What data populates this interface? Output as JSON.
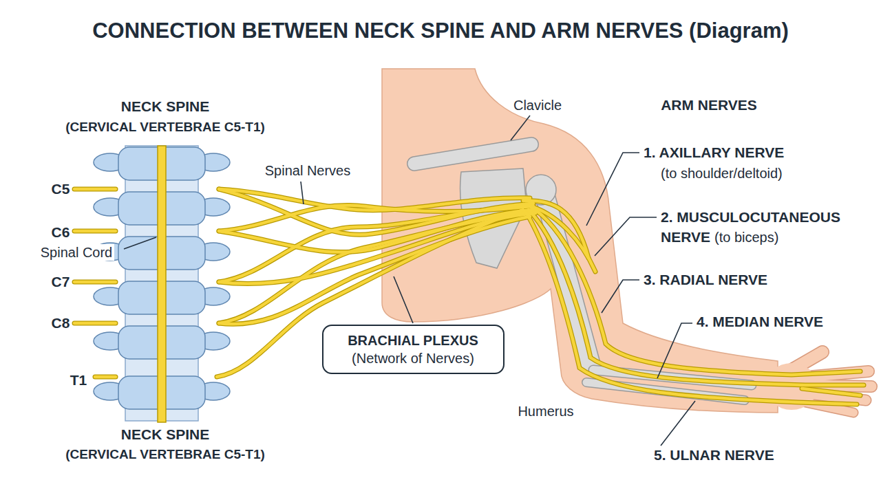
{
  "diagram": {
    "title": "CONNECTION BETWEEN NECK SPINE AND ARM NERVES (Diagram)",
    "nodes": [
      {
        "text": [
          "BRACHIAL PLEXUS",
          "(Network of Nerves)"
        ]
      }
    ],
    "labels": [
      "NECK SPINE",
      "(CERVICAL VERTEBRAE C5-T1)",
      "C5",
      "C6",
      "Spinal Cord",
      "C7",
      "C8",
      "T1",
      "Spinal Nerves",
      "Clavicle",
      "ARM NERVES",
      "1. AXILLARY NERVE",
      "(to shoulder/deltoid)",
      "2. MUSCULOCUTANEOUS NERVE",
      "(to biceps)",
      "3. RADIAL NERVE",
      "4. MEDIAN NERVE",
      "Humerus",
      "NECK SPINE",
      "(CERVICAL VERTEBRAE C5-T1)",
      "5. ULNAR NERVE"
    ]
  }
}
